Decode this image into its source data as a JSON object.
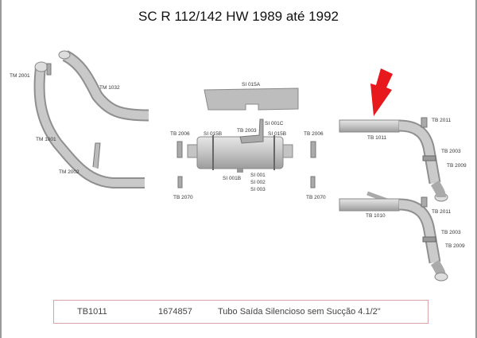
{
  "title": "SC R 112/142 HW 1989 até 1992",
  "labels": {
    "tm2001": "TM 2001",
    "tm1032": "TM 1032",
    "tm1001": "TM 1001",
    "tm2002": "TM 2002",
    "si015a": "SI 015A",
    "si001c": "SI 001C",
    "tb2003_mid": "TB 2003",
    "si015b_left": "SI 015B",
    "si015b_right": "SI 015B",
    "tb2006_left": "TB 2006",
    "tb2006_right": "TB 2006",
    "si001b": "SI 001B",
    "si001": "SI 001",
    "si002": "SI 002",
    "si003": "SI 003",
    "tb2070_left": "TB 2070",
    "tb2070_right": "TB 2070",
    "tb1011": "TB 1011",
    "tb2011_a": "TB 2011",
    "tb2003_a": "TB 2003",
    "tb2009_a": "TB 2009",
    "tb1010": "TB 1010",
    "tb2011_b": "TB 2011",
    "tb2003_b": "TB 2003",
    "tb2009_b": "TB 2009"
  },
  "highlight_color": "#e8191c",
  "selected_part": {
    "code": "TB1011",
    "number": "1674857",
    "description": "Tubo Saída Silencioso sem Sucção 4.1/2\""
  }
}
